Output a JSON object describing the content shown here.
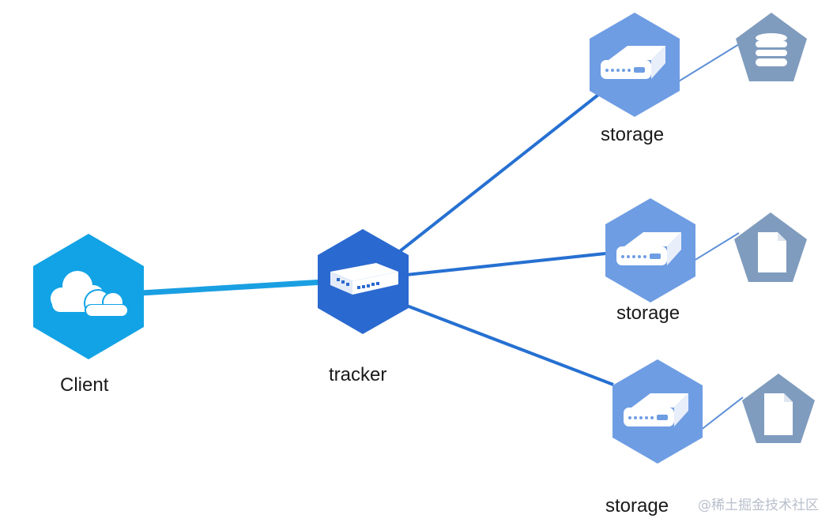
{
  "nodes": {
    "client": {
      "label": "Client"
    },
    "tracker": {
      "label": "tracker"
    },
    "storage_1": {
      "label": "storage",
      "attachment_icon": "database-icon"
    },
    "storage_2": {
      "label": "storage",
      "attachment_icon": "file-icon"
    },
    "storage_3": {
      "label": "storage",
      "attachment_icon": "file-icon"
    }
  },
  "edges": [
    {
      "from": "client",
      "to": "tracker"
    },
    {
      "from": "tracker",
      "to": "storage_1"
    },
    {
      "from": "tracker",
      "to": "storage_2"
    },
    {
      "from": "tracker",
      "to": "storage_3"
    },
    {
      "from": "storage_1",
      "to": "database-icon"
    },
    {
      "from": "storage_2",
      "to": "file-icon"
    },
    {
      "from": "storage_3",
      "to": "file-icon"
    }
  ],
  "icons": {
    "client": "cloud-icon",
    "tracker": "network-switch-icon",
    "storage": "storage-drive-icon"
  },
  "colors": {
    "client_hex": "#12a3e6",
    "tracker_hex": "#2a6ad0",
    "storage_hex": "#6f9de3",
    "pentagon_hex": "#7f9bbd",
    "edge_client": "#1aa0e2",
    "edge_tracker": "#2670d2",
    "edge_storage": "#5d8fd6"
  },
  "watermark": "@稀土掘金技术社区"
}
